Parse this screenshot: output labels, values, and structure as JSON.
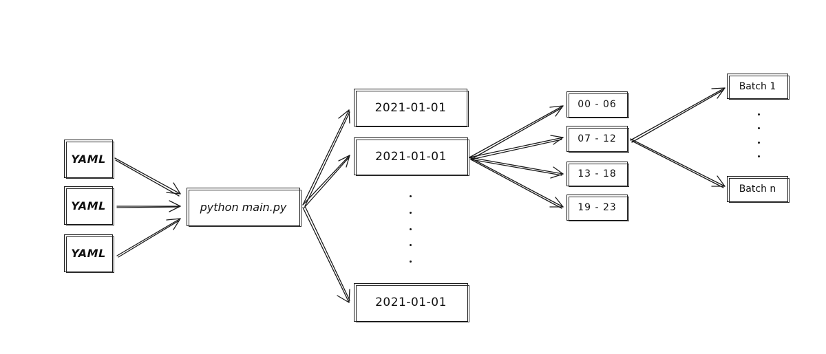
{
  "inputs": [
    {
      "label": "YAML"
    },
    {
      "label": "YAML"
    },
    {
      "label": "YAML"
    }
  ],
  "process": {
    "label": "python main.py"
  },
  "dates": [
    {
      "label": "2021-01-01"
    },
    {
      "label": "2021-01-01"
    },
    {
      "label": "2021-01-01"
    }
  ],
  "hours": [
    {
      "label": "00 - 06"
    },
    {
      "label": "07 - 12"
    },
    {
      "label": "13 - 18"
    },
    {
      "label": "19 - 23"
    }
  ],
  "batches": [
    {
      "label": "Batch 1"
    },
    {
      "label": "Batch n"
    }
  ],
  "stroke_color": "#1a1a1a"
}
